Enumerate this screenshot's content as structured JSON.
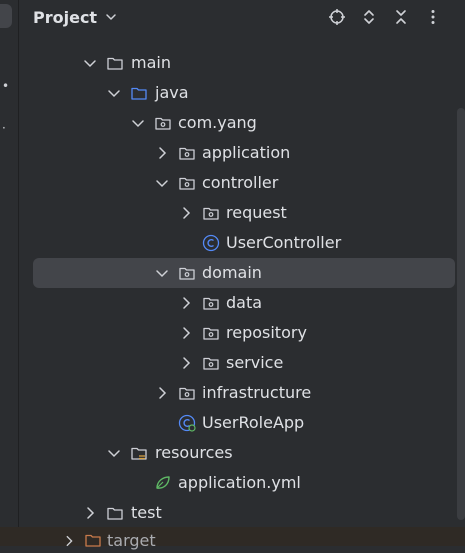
{
  "panel": {
    "title": "Project"
  },
  "tree": [
    {
      "label": "main",
      "kind": "folder",
      "expanded": true
    },
    {
      "label": "java",
      "kind": "source-folder",
      "expanded": true
    },
    {
      "label": "com.yang",
      "kind": "package",
      "expanded": true
    },
    {
      "label": "application",
      "kind": "package",
      "expanded": false
    },
    {
      "label": "controller",
      "kind": "package",
      "expanded": true
    },
    {
      "label": "request",
      "kind": "package",
      "expanded": false
    },
    {
      "label": "UserController",
      "kind": "class"
    },
    {
      "label": "domain",
      "kind": "package",
      "expanded": true,
      "selected": true
    },
    {
      "label": "data",
      "kind": "package",
      "expanded": false
    },
    {
      "label": "repository",
      "kind": "package",
      "expanded": false
    },
    {
      "label": "service",
      "kind": "package",
      "expanded": false
    },
    {
      "label": "infrastructure",
      "kind": "package",
      "expanded": false
    },
    {
      "label": "UserRoleApp",
      "kind": "spring-class"
    },
    {
      "label": "resources",
      "kind": "resources-folder",
      "expanded": true
    },
    {
      "label": "application.yml",
      "kind": "yaml-file"
    },
    {
      "label": "test",
      "kind": "folder",
      "expanded": false
    },
    {
      "label": "target",
      "kind": "excluded-folder",
      "expanded": false
    }
  ],
  "colors": {
    "background": "#2b2d30",
    "selection": "#43454a",
    "folder": "#ced0d6",
    "source_folder": "#548af7",
    "class_icon": "#548af7",
    "excluded_folder": "#c97b4b"
  }
}
